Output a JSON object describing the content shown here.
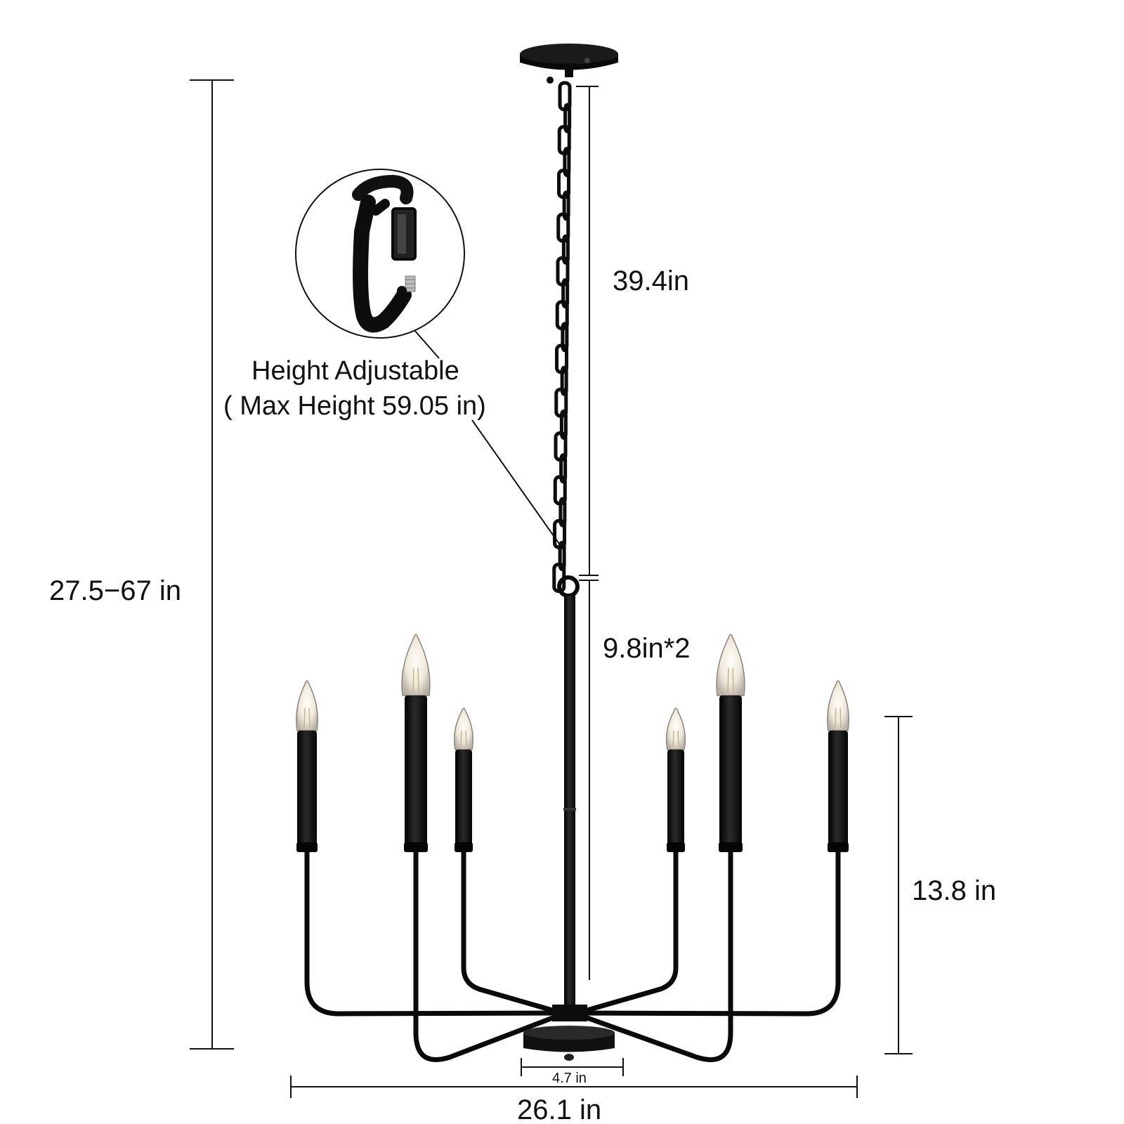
{
  "colors": {
    "background": "#ffffff",
    "metal": "#101010",
    "dimension_line": "#111111",
    "bulb_glow": "#f3efe6"
  },
  "product": {
    "name": "six-light candle chandelier",
    "arms": 6,
    "bulbs": 6
  },
  "dimensions": {
    "overall_height": "27.5−67 in",
    "chain_length": "39.4in",
    "rod_length": "9.8in*2",
    "body_height": "13.8 in",
    "canopy_width": "4.7 in",
    "overall_width": "26.1 in"
  },
  "callout": {
    "line1": "Height Adjustable",
    "line2": "( Max Height 59.05 in)",
    "inset_icon": "chain-hook-icon"
  }
}
